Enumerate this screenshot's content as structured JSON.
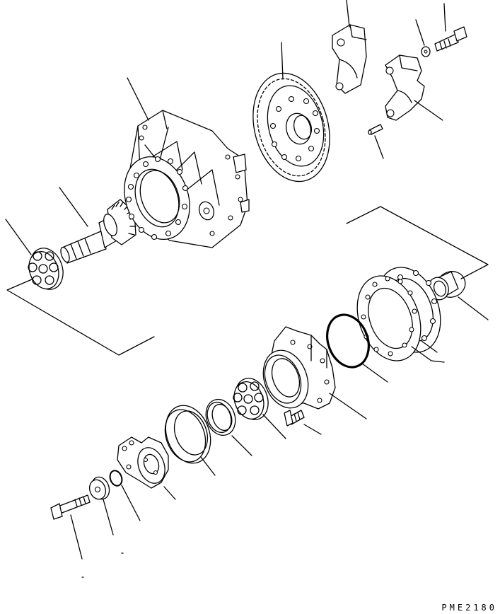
{
  "drawing": {
    "code": "PME2180"
  },
  "parts": [
    {
      "id": "bearing-upper-left"
    },
    {
      "id": "bevel-pinion-shaft"
    },
    {
      "id": "differential-case"
    },
    {
      "id": "ring-gear"
    },
    {
      "id": "bearing-cap-upper"
    },
    {
      "id": "bearing-cap-lower"
    },
    {
      "id": "lock-washer"
    },
    {
      "id": "cap-bolt"
    },
    {
      "id": "dowel-pin"
    },
    {
      "id": "bearing-cup"
    },
    {
      "id": "shim-gasket"
    },
    {
      "id": "cage-flange"
    },
    {
      "id": "o-ring-large"
    },
    {
      "id": "bearing-cage"
    },
    {
      "id": "cage-bolt"
    },
    {
      "id": "taper-roller-bearing"
    },
    {
      "id": "spacer-ring"
    },
    {
      "id": "oil-seal"
    },
    {
      "id": "coupling-yoke"
    },
    {
      "id": "o-ring-small"
    },
    {
      "id": "washer"
    },
    {
      "id": "yoke-bolt"
    }
  ]
}
